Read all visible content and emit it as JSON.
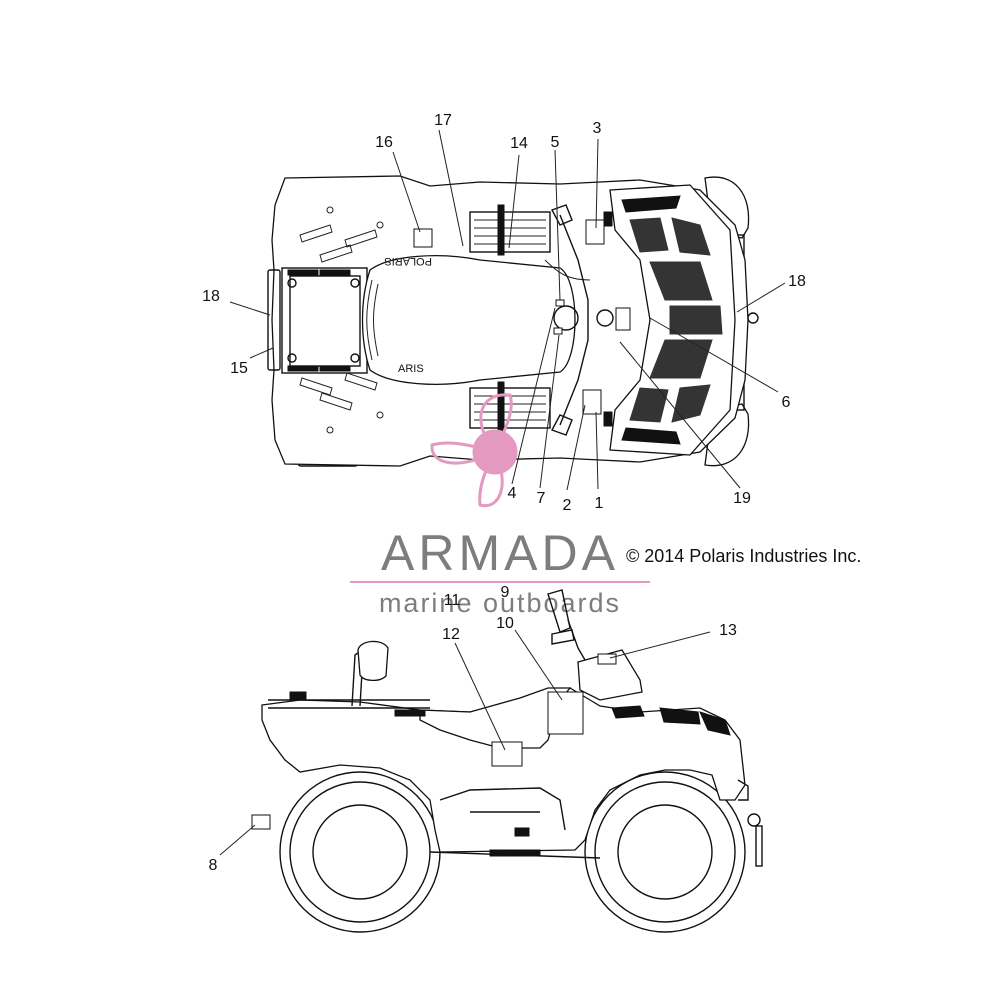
{
  "copyright": "© 2014 Polaris Industries Inc.",
  "watermark": {
    "brand": "ARMADA",
    "tagline": "marine outboards",
    "color": "#7d7d7d",
    "accent": "#e49ac0",
    "logo_icon": "propeller-icon"
  },
  "fender_text": {
    "rear": "POLARIS",
    "front": "ARIS"
  },
  "callouts": {
    "n1": "1",
    "n2": "2",
    "n3": "3",
    "n4": "4",
    "n5": "5",
    "n6": "6",
    "n7": "7",
    "n8": "8",
    "n9": "9",
    "n10": "10",
    "n11": "11",
    "n12": "12",
    "n13": "13",
    "n14": "14",
    "n15": "15",
    "n16": "16",
    "n17": "17",
    "n18a": "18",
    "n18b": "18",
    "n19": "19"
  }
}
